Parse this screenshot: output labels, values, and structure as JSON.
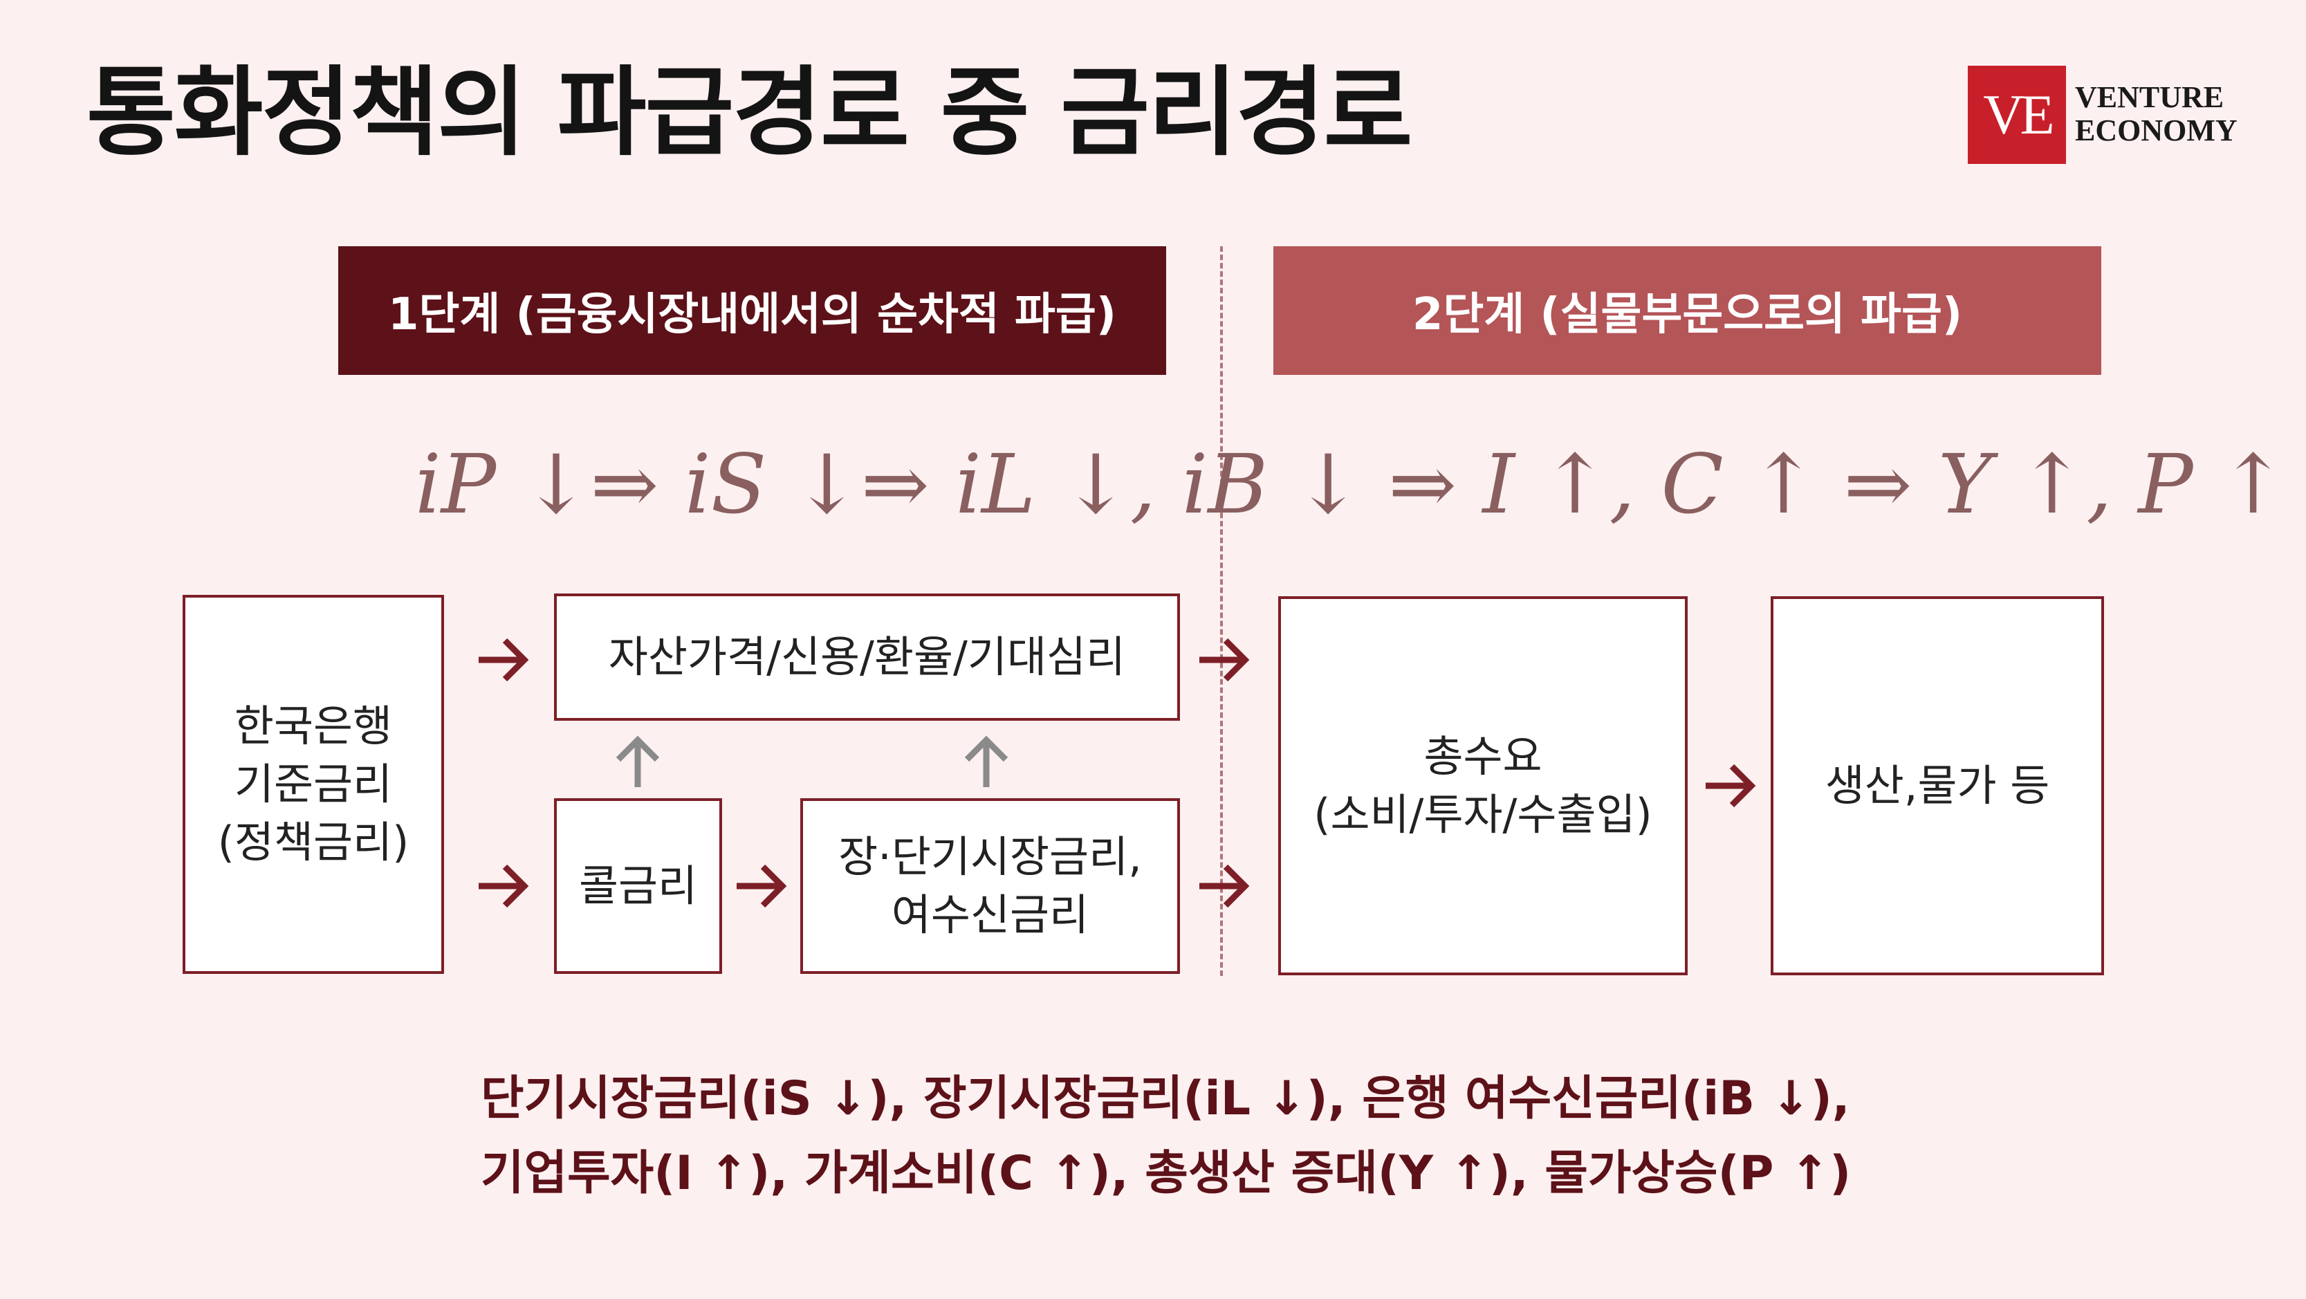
{
  "title": "통화정책의 파급경로 중 금리경로",
  "logo": {
    "mark": "VE",
    "line1": "VENTURE",
    "line2": "ECONOMY"
  },
  "stages": {
    "stage1": "1단계 (금융시장내에서의 순차적 파급)",
    "stage2": "2단계 (실물부문으로의 파급)"
  },
  "formula": "iP ↓⇒ iS ↓⇒ iL ↓, iB ↓  ⇒  I ↑, C ↑ ⇒ Y ↑, P ↑",
  "boxes": {
    "bok_rate": "한국은행\n기준금리\n(정책금리)",
    "asset_prices": "자산가격/신용/환율/기대심리",
    "call_rate": "콜금리",
    "market_rates": "장·단기시장금리,\n여수신금리",
    "aggregate_demand": "총수요\n(소비/투자/수출입)",
    "production_prices": "생산,물가 등"
  },
  "summary": {
    "line1": "단기시장금리(iS ↓), 장기시장금리(iL ↓), 은행 여수신금리(iB ↓),",
    "line2": "기업투자(I ↑), 가계소비(C ↑), 총생산 증대(Y ↑), 물가상승(P ↑)"
  },
  "colors": {
    "background": "#fcf0f0",
    "stage1": "#5d1118",
    "stage2": "#b45558",
    "arrow": "#7d1f27",
    "up_arrow": "#8a8a8a",
    "brand_red": "#c8202a"
  }
}
